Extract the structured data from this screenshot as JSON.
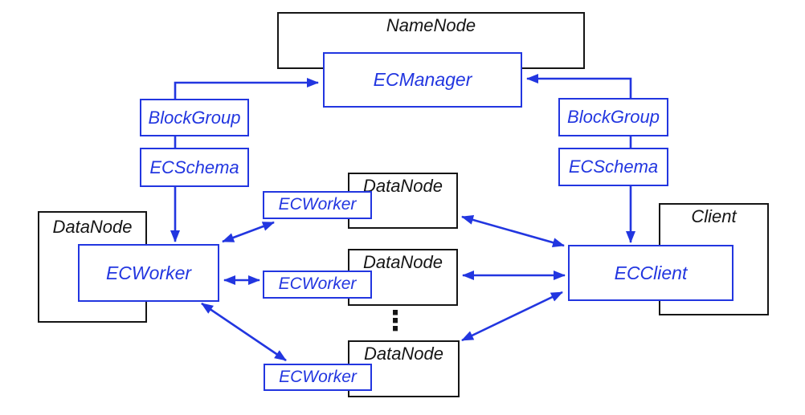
{
  "diagram": {
    "colors": {
      "accent_blue": "#2236e0",
      "ink_black": "#151515"
    },
    "nodes": {
      "namenode": "NameNode",
      "ecmanager": "ECManager",
      "blockgroup_left": "BlockGroup",
      "ecschema_left": "ECSchema",
      "blockgroup_right": "BlockGroup",
      "ecschema_right": "ECSchema",
      "datanode_left": "DataNode",
      "ecworker_main": "ECWorker",
      "ecworker_top": "ECWorker",
      "ecworker_middle": "ECWorker",
      "ecworker_bottom": "ECWorker",
      "datanode_top": "DataNode",
      "datanode_middle": "DataNode",
      "datanode_bottom": "DataNode",
      "client": "Client",
      "ecclient": "ECClient",
      "ellipsis": "⋮"
    },
    "edges": [
      {
        "from": "BlockGroup (left)",
        "to": "ECManager",
        "type": "arrow"
      },
      {
        "from": "BlockGroup (left)",
        "to": "ECSchema (left)",
        "type": "line"
      },
      {
        "from": "ECSchema (left)",
        "to": "ECWorker (main)",
        "type": "arrow"
      },
      {
        "from": "BlockGroup (right)",
        "to": "ECManager",
        "type": "arrow"
      },
      {
        "from": "BlockGroup (right)",
        "to": "ECSchema (right)",
        "type": "line"
      },
      {
        "from": "ECSchema (right)",
        "to": "ECClient",
        "type": "arrow"
      },
      {
        "from": "ECWorker (main)",
        "to": "ECWorker (top)",
        "type": "double-arrow"
      },
      {
        "from": "ECWorker (main)",
        "to": "ECWorker (middle)",
        "type": "double-arrow"
      },
      {
        "from": "ECWorker (main)",
        "to": "ECWorker (bottom)",
        "type": "double-arrow"
      },
      {
        "from": "DataNode (top)",
        "to": "ECClient",
        "type": "double-arrow"
      },
      {
        "from": "DataNode (middle)",
        "to": "ECClient",
        "type": "double-arrow"
      },
      {
        "from": "DataNode (bottom)",
        "to": "ECClient",
        "type": "double-arrow"
      }
    ]
  }
}
